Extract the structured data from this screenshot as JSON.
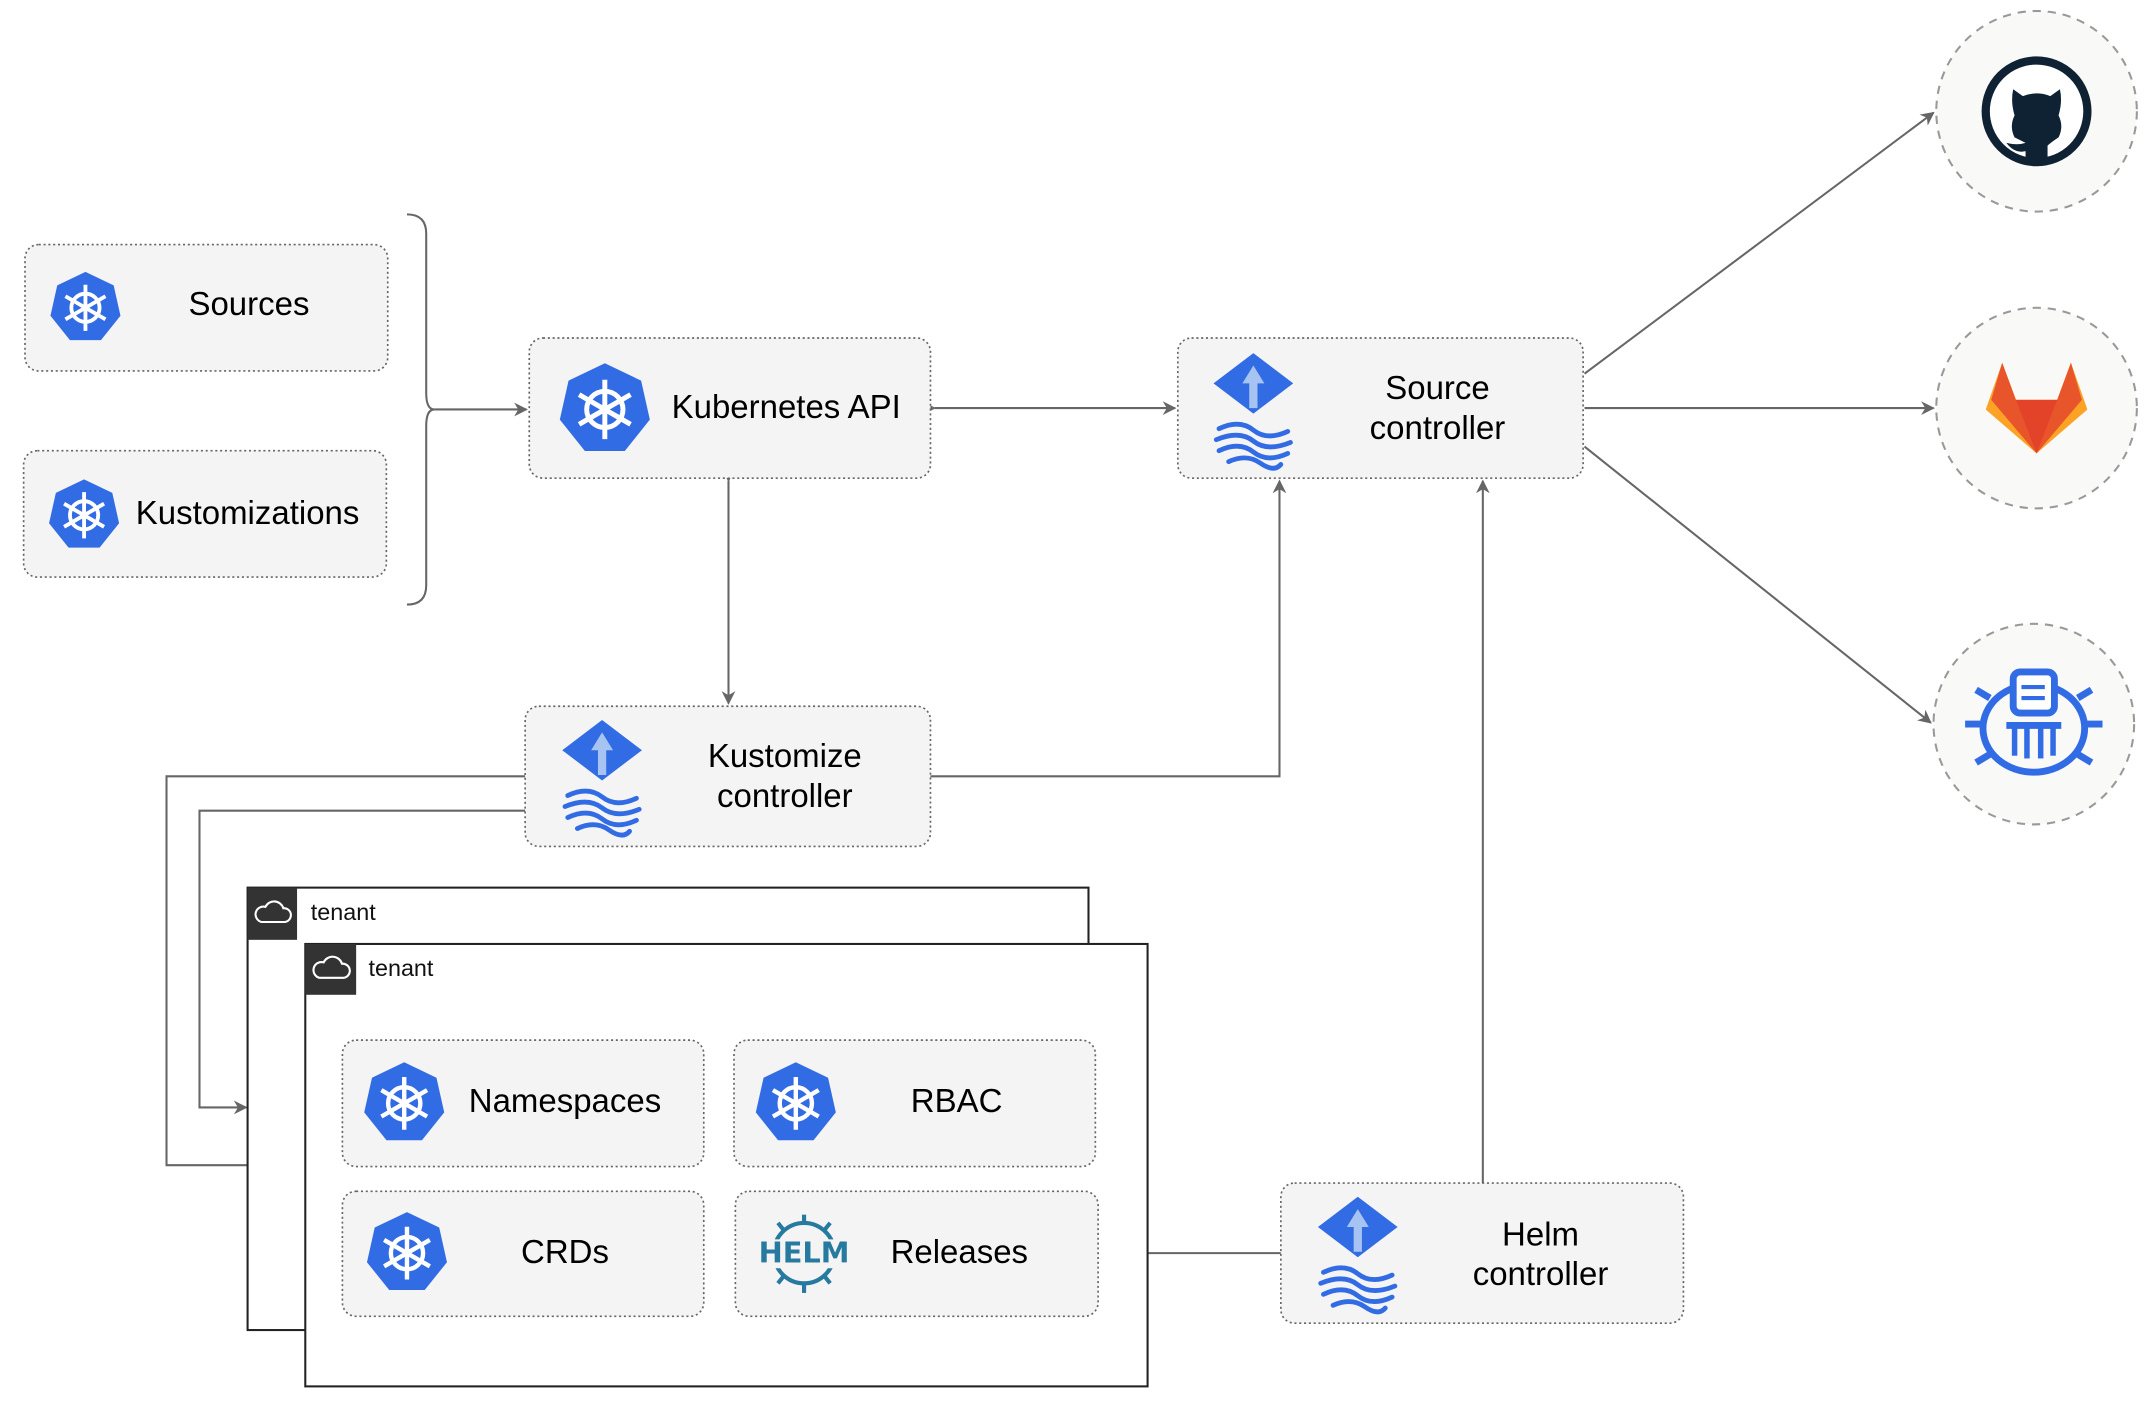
{
  "nodes": {
    "sources": "Sources",
    "kustomizations": "Kustomizations",
    "kubernetes_api": "Kubernetes API",
    "source_controller": [
      "Source",
      "controller"
    ],
    "kustomize_controller": [
      "Kustomize",
      "controller"
    ],
    "helm_controller": [
      "Helm",
      "controller"
    ],
    "namespaces": "Namespaces",
    "rbac": "RBAC",
    "crds": "CRDs",
    "releases": "Releases",
    "helm_logo_text": "HELM"
  },
  "tenants": [
    "tenant",
    "tenant"
  ],
  "external_sources": [
    "github-icon",
    "gitlab-icon",
    "bucket-icon"
  ],
  "colors": {
    "kubernetes_blue": "#326ce5",
    "flux_blue": "#326ce5",
    "helm_blue": "#277a9f",
    "github": "#0f2233",
    "gitlab_orange": "#e9552a",
    "gitlab_yellow": "#fca326"
  }
}
